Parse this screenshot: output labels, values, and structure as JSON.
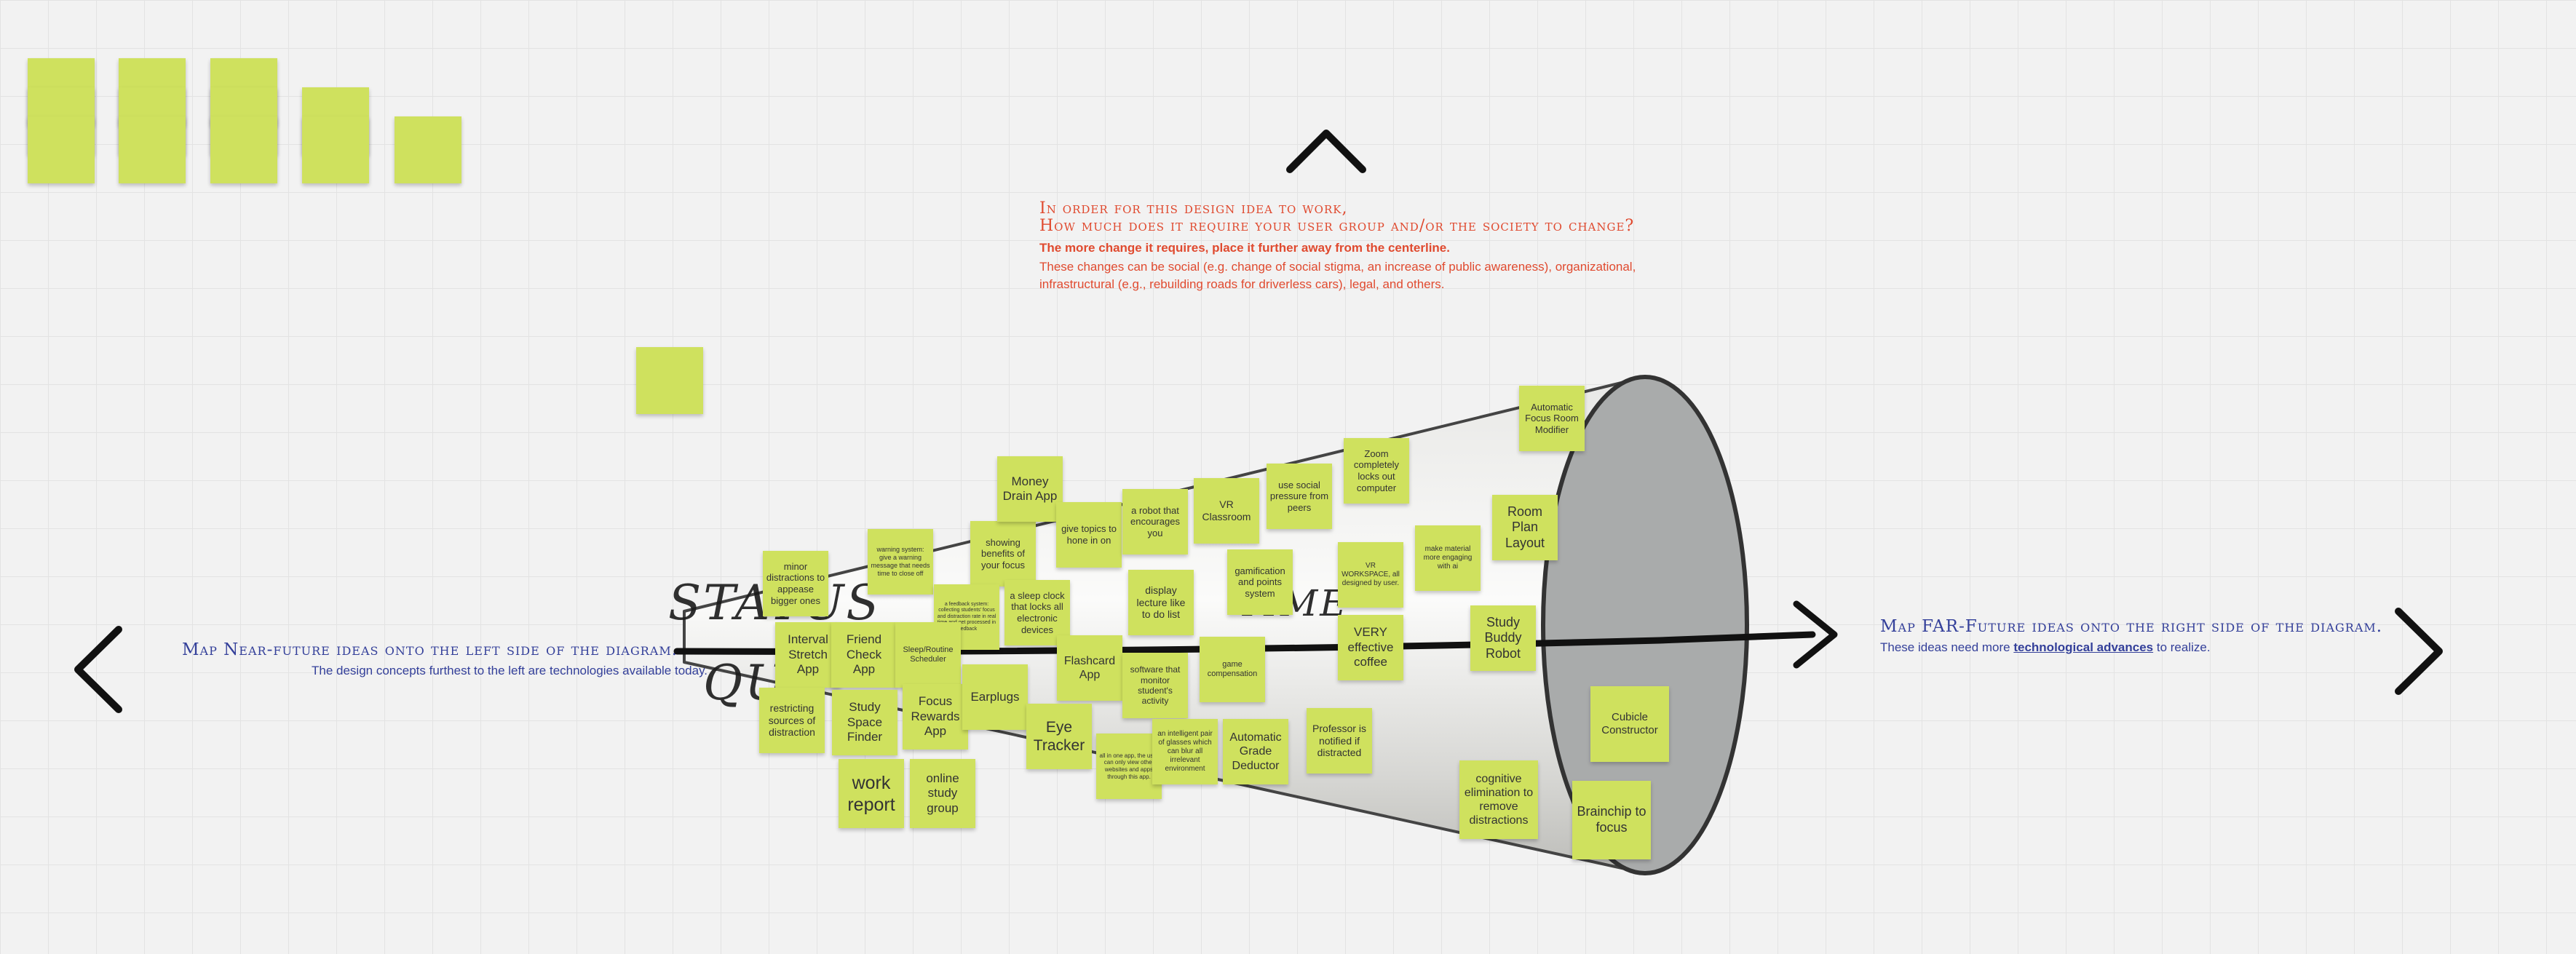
{
  "top_prompt": {
    "heading_line1": "In order for this design idea to work,",
    "heading_line2": "How much does it require your user group and/or the society to change?",
    "bold": "The more change it requires, place it further away from the centerline.",
    "body": "These changes can be social (e.g. change of social stigma, an increase of public awareness), organizational, infrastructural (e.g., rebuilding roads for driverless cars), legal, and others."
  },
  "left_prompt": {
    "heading": "Map Near-future ideas onto the left side of the diagram.",
    "body": "The design concepts furthest to the left are technologies available today."
  },
  "right_prompt": {
    "heading": "Map FAR-Future ideas onto the right side of the diagram.",
    "body_before": "These ideas need more ",
    "body_link": "technological advances",
    "body_after": " to realize."
  },
  "funnel_labels": {
    "left_word1": "STATUS",
    "left_word2": "QUO",
    "mid_word": "TIME"
  },
  "colors": {
    "sticky": "#cfe15e",
    "top_text": "#e04a2f",
    "side_text": "#34409a"
  },
  "notes": {
    "n1": "minor distractions to appease bigger ones",
    "n2": "warning system: give a warning message that needs time to close off",
    "n3": "showing benefits of your focus",
    "n4": "Money Drain App",
    "n5": "give topics to hone in on",
    "n6": "a robot that encourages you",
    "n7": "VR Classroom",
    "n8": "use social pressure from peers",
    "n9": "Zoom completely locks out computer",
    "n10": "Automatic Focus Room Modifier",
    "n11": "a feedback system: collecting students' focus and distraction rate in real time and get processed in feedback",
    "n12": "a sleep clock that locks all electronic devices",
    "n13": "display lecture like to do list",
    "n14": "gamification and points system",
    "n15": "VR WORKSPACE, all designed by user.",
    "n16": "make material more engaging with ai",
    "n17": "Room Plan Layout",
    "n18": "Interval Stretch App",
    "n19": "Friend Check App",
    "n20": "Sleep/Routine Scheduler",
    "n21": "Flashcard App",
    "n22": "software that monitor student's activity",
    "n23": "game compensation",
    "n24": "VERY effective coffee",
    "n25": "Study Buddy Robot",
    "n26": "restricting sources of distraction",
    "n27": "Study Space Finder",
    "n28": "Focus Rewards App",
    "n29": "Earplugs",
    "n30": "Eye Tracker",
    "n31": "all in one app, the user can only view other websites and apps through this app.",
    "n32": "an intelligent pair of glasses which can blur all irrelevant environment",
    "n33": "Automatic Grade Deductor",
    "n34": "Professor is notified if distracted",
    "n35": "Cubicle Constructor",
    "n36": "work report",
    "n37": "online study group",
    "n38": "cognitive elimination to remove distractions",
    "n39": "Brainchip to focus"
  },
  "icons": {
    "up": "chevron-up-icon",
    "left": "chevron-left-icon",
    "right": "chevron-right-icon"
  }
}
